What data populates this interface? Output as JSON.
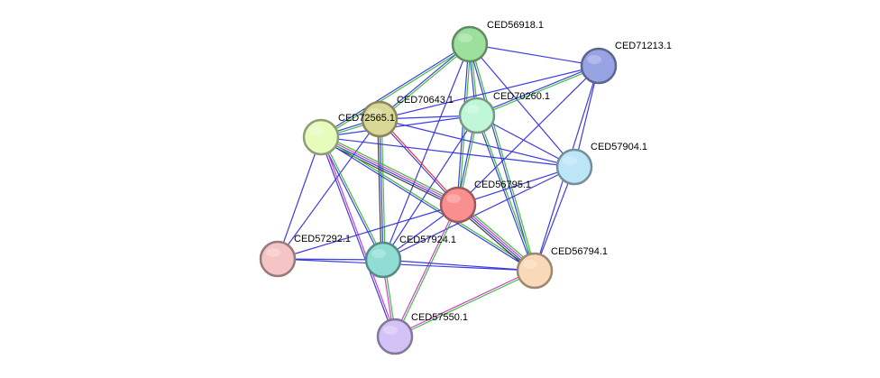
{
  "nodes": [
    {
      "id": "CED56918.1",
      "label": "CED56918.1",
      "color": "#9de09d"
    },
    {
      "id": "CED71213.1",
      "label": "CED71213.1",
      "color": "#98a3e4"
    },
    {
      "id": "CED70643.1",
      "label": "CED70643.1",
      "color": "#d9d896"
    },
    {
      "id": "CED70260.1",
      "label": "CED70260.1",
      "color": "#bff7d8"
    },
    {
      "id": "CED72565.1",
      "label": "CED72565.1",
      "color": "#e6fcbd"
    },
    {
      "id": "CED57904.1",
      "label": "CED57904.1",
      "color": "#bde5f8"
    },
    {
      "id": "CED56795.1",
      "label": "CED56795.1",
      "color": "#fa8f8f"
    },
    {
      "id": "CED57292.1",
      "label": "CED57292.1",
      "color": "#f5c4c4"
    },
    {
      "id": "CED57924.1",
      "label": "CED57924.1",
      "color": "#8fddd4"
    },
    {
      "id": "CED56794.1",
      "label": "CED56794.1",
      "color": "#fad9b8"
    },
    {
      "id": "CED57550.1",
      "label": "CED57550.1",
      "color": "#d4c2f7"
    }
  ],
  "edge_colors": {
    "blue": "#3333dd",
    "green": "#33bb33",
    "magenta": "#cc33cc",
    "red": "#ee2222",
    "black": "#333333"
  },
  "edges": [
    {
      "source": "CED56918.1",
      "target": "CED71213.1",
      "types": [
        "blue"
      ]
    },
    {
      "source": "CED56918.1",
      "target": "CED70643.1",
      "types": [
        "green",
        "blue"
      ]
    },
    {
      "source": "CED56918.1",
      "target": "CED70260.1",
      "types": [
        "green",
        "blue"
      ]
    },
    {
      "source": "CED56918.1",
      "target": "CED72565.1",
      "types": [
        "green",
        "blue"
      ]
    },
    {
      "source": "CED56918.1",
      "target": "CED57904.1",
      "types": [
        "blue"
      ]
    },
    {
      "source": "CED56918.1",
      "target": "CED56795.1",
      "types": [
        "green",
        "blue"
      ]
    },
    {
      "source": "CED56918.1",
      "target": "CED56794.1",
      "types": [
        "green",
        "blue"
      ]
    },
    {
      "source": "CED56918.1",
      "target": "CED57924.1",
      "types": [
        "blue"
      ]
    },
    {
      "source": "CED71213.1",
      "target": "CED70260.1",
      "types": [
        "green",
        "blue"
      ]
    },
    {
      "source": "CED71213.1",
      "target": "CED70643.1",
      "types": [
        "blue"
      ]
    },
    {
      "source": "CED71213.1",
      "target": "CED57904.1",
      "types": [
        "blue"
      ]
    },
    {
      "source": "CED71213.1",
      "target": "CED56795.1",
      "types": [
        "blue"
      ]
    },
    {
      "source": "CED71213.1",
      "target": "CED56794.1",
      "types": [
        "blue"
      ]
    },
    {
      "source": "CED70643.1",
      "target": "CED70260.1",
      "types": [
        "blue"
      ]
    },
    {
      "source": "CED70643.1",
      "target": "CED72565.1",
      "types": [
        "green",
        "blue"
      ]
    },
    {
      "source": "CED70643.1",
      "target": "CED56795.1",
      "types": [
        "red",
        "blue"
      ]
    },
    {
      "source": "CED70643.1",
      "target": "CED57924.1",
      "types": [
        "green",
        "blue",
        "black"
      ]
    },
    {
      "source": "CED70643.1",
      "target": "CED57904.1",
      "types": [
        "blue"
      ]
    },
    {
      "source": "CED70643.1",
      "target": "CED57292.1",
      "types": [
        "blue"
      ]
    },
    {
      "source": "CED70260.1",
      "target": "CED72565.1",
      "types": [
        "blue"
      ]
    },
    {
      "source": "CED70260.1",
      "target": "CED56795.1",
      "types": [
        "green",
        "blue"
      ]
    },
    {
      "source": "CED70260.1",
      "target": "CED57904.1",
      "types": [
        "blue"
      ]
    },
    {
      "source": "CED70260.1",
      "target": "CED56794.1",
      "types": [
        "green",
        "blue"
      ]
    },
    {
      "source": "CED70260.1",
      "target": "CED57924.1",
      "types": [
        "blue"
      ]
    },
    {
      "source": "CED72565.1",
      "target": "CED57904.1",
      "types": [
        "blue"
      ]
    },
    {
      "source": "CED72565.1",
      "target": "CED56795.1",
      "types": [
        "green",
        "magenta",
        "blue",
        "black"
      ]
    },
    {
      "source": "CED72565.1",
      "target": "CED56794.1",
      "types": [
        "green",
        "blue"
      ]
    },
    {
      "source": "CED72565.1",
      "target": "CED57924.1",
      "types": [
        "green",
        "blue"
      ]
    },
    {
      "source": "CED72565.1",
      "target": "CED57550.1",
      "types": [
        "magenta",
        "blue"
      ]
    },
    {
      "source": "CED72565.1",
      "target": "CED57292.1",
      "types": [
        "blue"
      ]
    },
    {
      "source": "CED57904.1",
      "target": "CED56795.1",
      "types": [
        "blue"
      ]
    },
    {
      "source": "CED57904.1",
      "target": "CED56794.1",
      "types": [
        "blue"
      ]
    },
    {
      "source": "CED57904.1",
      "target": "CED57924.1",
      "types": [
        "blue"
      ]
    },
    {
      "source": "CED56795.1",
      "target": "CED57924.1",
      "types": [
        "blue"
      ]
    },
    {
      "source": "CED56795.1",
      "target": "CED57292.1",
      "types": [
        "blue"
      ]
    },
    {
      "source": "CED56795.1",
      "target": "CED56794.1",
      "types": [
        "green",
        "magenta",
        "blue",
        "black"
      ]
    },
    {
      "source": "CED56795.1",
      "target": "CED57550.1",
      "types": [
        "green",
        "magenta"
      ]
    },
    {
      "source": "CED57292.1",
      "target": "CED57924.1",
      "types": [
        "blue"
      ]
    },
    {
      "source": "CED57292.1",
      "target": "CED56794.1",
      "types": [
        "blue"
      ]
    },
    {
      "source": "CED57924.1",
      "target": "CED56794.1",
      "types": [
        "blue"
      ]
    },
    {
      "source": "CED57924.1",
      "target": "CED57550.1",
      "types": [
        "green",
        "magenta"
      ]
    },
    {
      "source": "CED56794.1",
      "target": "CED57550.1",
      "types": [
        "green",
        "magenta"
      ]
    }
  ]
}
